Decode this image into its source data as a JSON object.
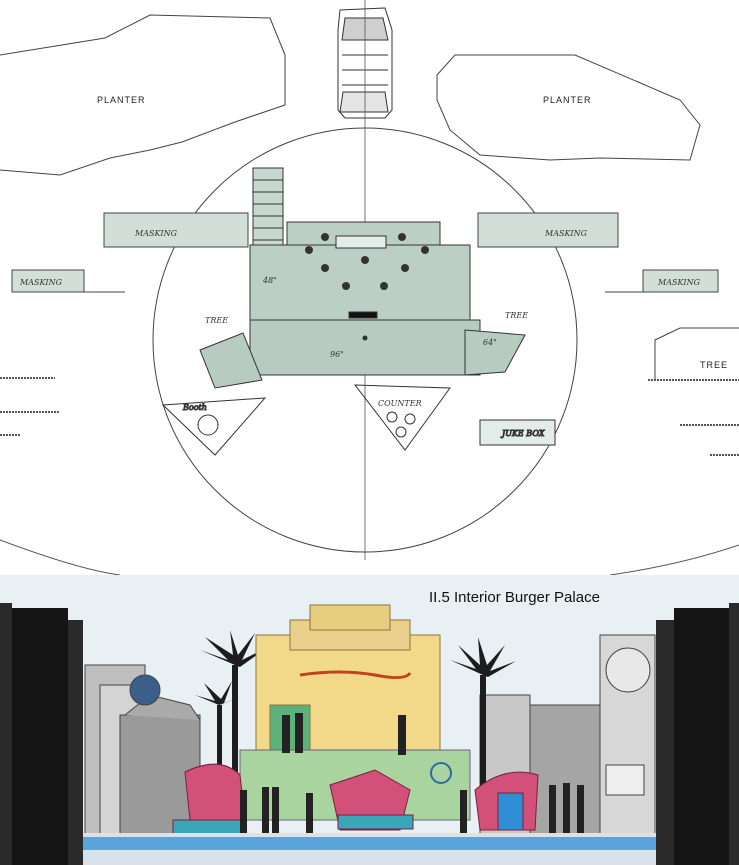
{
  "plan": {
    "labels": {
      "planter_left": "PLANTER",
      "planter_right": "PLANTER",
      "masking_upper_left": "MASKING",
      "masking_upper_right": "MASKING",
      "masking_lower_left": "MASKING",
      "masking_lower_right": "MASKING",
      "tree_right": "TREE",
      "tree_left_small": "TREE",
      "tree_right_small": "TREE",
      "dim_stair": "48\"",
      "dim_front": "96\"",
      "dim_right": "64\"",
      "booth_left": "Booth",
      "counter": "COUNTER",
      "juke_box": "JUKE BOX"
    }
  },
  "elevation": {
    "title": "II.5 Interior Burger Palace"
  },
  "colors": {
    "line": "#333333",
    "platform_fill": "#bccfc6",
    "sky": "#dfeaf2",
    "building": "#f2d98a",
    "booth_pink": "#d2507a",
    "floor_blue": "#2e8fd6",
    "masking_black": "#151515"
  }
}
